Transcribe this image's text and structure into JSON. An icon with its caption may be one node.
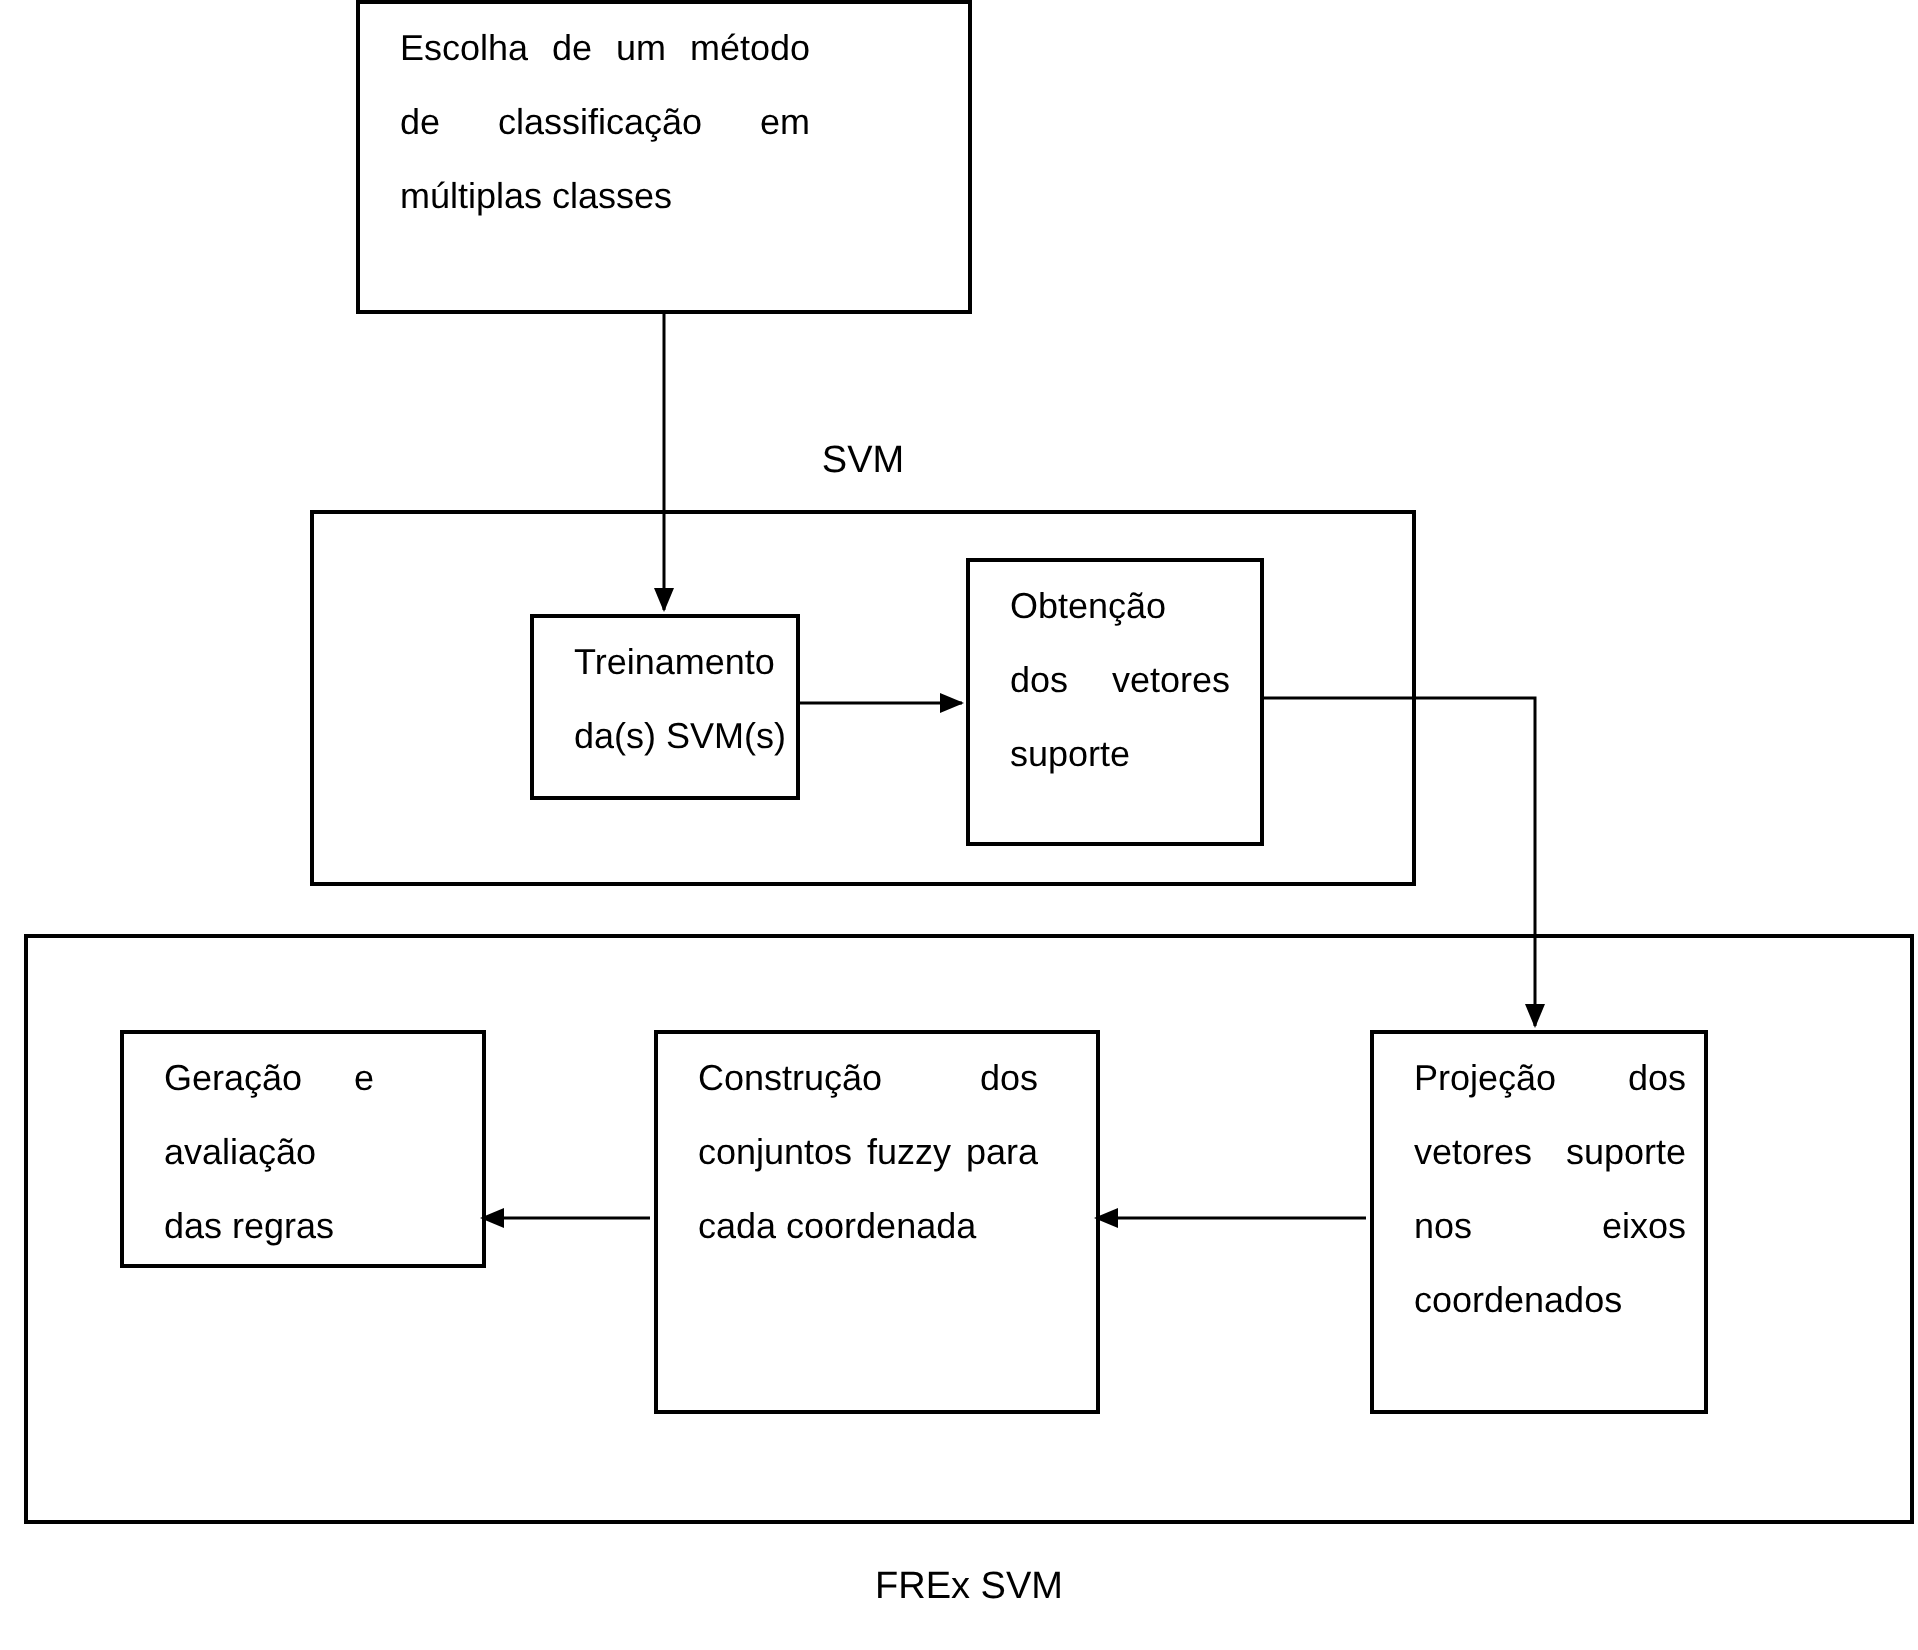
{
  "diagram": {
    "nodes": [
      {
        "text": [
          "Escolha de um método de classificação em múltiplas classes"
        ]
      },
      {
        "text": [
          "SVM"
        ]
      },
      {
        "text": [
          "Treinamento da(s) SVM(s)"
        ],
        "in": 1
      },
      {
        "text": [
          "Obtenção dos vetores suporte"
        ],
        "in": 1
      },
      {
        "text": [
          "FREx SVM"
        ]
      },
      {
        "text": [
          "Projeção dos vetores suporte nos eixos coordenados"
        ],
        "in": 4
      },
      {
        "text": [
          "Construção dos conjuntos fuzzy para cada coordenada"
        ],
        "in": 4
      },
      {
        "text": [
          "Geração e avaliação das regras"
        ],
        "in": 4
      }
    ],
    "edges": [
      {
        "from": 0,
        "to": 2,
        "arrow": "to"
      },
      {
        "from": 2,
        "to": 3,
        "arrow": "to"
      },
      {
        "from": 3,
        "to": 5,
        "arrow": "to"
      },
      {
        "from": 5,
        "to": 6,
        "arrow": "to"
      },
      {
        "from": 6,
        "to": 7,
        "arrow": "to"
      }
    ]
  }
}
